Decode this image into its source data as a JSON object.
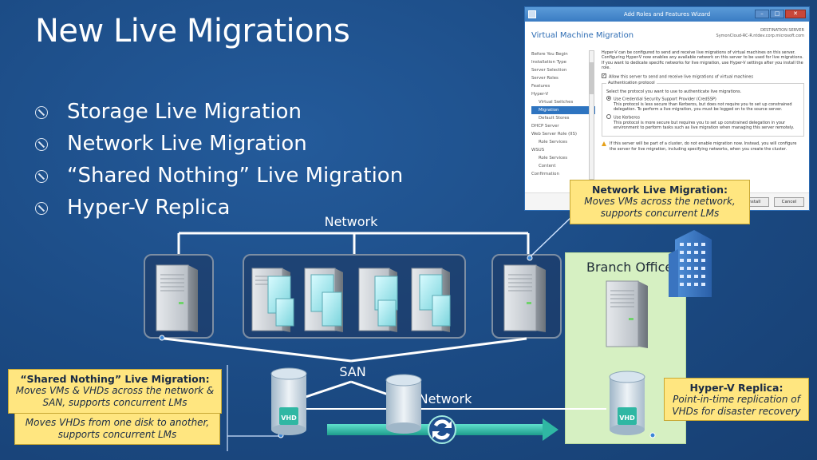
{
  "slide": {
    "title": "New Live Migrations",
    "bullets": [
      "Storage Live Migration",
      "Network Live Migration",
      "“Shared Nothing” Live Migration",
      "Hyper-V Replica"
    ]
  },
  "diagram": {
    "network_top_label": "Network",
    "san_label": "SAN",
    "network_bottom_label": "Network",
    "branch_office_label": "Branch Office",
    "vhd_label": "VHD"
  },
  "wizard": {
    "window_title": "Add Roles and Features Wizard",
    "heading": "Virtual Machine Migration",
    "destination_label": "DESTINATION SERVER",
    "destination_server": "SymonCloud-RC-R.ntdev.corp.microsoft.com",
    "nav": [
      {
        "label": "Before You Begin",
        "indent": false,
        "selected": false
      },
      {
        "label": "Installation Type",
        "indent": false,
        "selected": false
      },
      {
        "label": "Server Selection",
        "indent": false,
        "selected": false
      },
      {
        "label": "Server Roles",
        "indent": false,
        "selected": false
      },
      {
        "label": "Features",
        "indent": false,
        "selected": false
      },
      {
        "label": "Hyper-V",
        "indent": false,
        "selected": false
      },
      {
        "label": "Virtual Switches",
        "indent": true,
        "selected": false
      },
      {
        "label": "Migration",
        "indent": true,
        "selected": true
      },
      {
        "label": "Default Stores",
        "indent": true,
        "selected": false
      },
      {
        "label": "DHCP Server",
        "indent": false,
        "selected": false
      },
      {
        "label": "Web Server Role (IIS)",
        "indent": false,
        "selected": false
      },
      {
        "label": "Role Services",
        "indent": true,
        "selected": false
      },
      {
        "label": "WSUS",
        "indent": false,
        "selected": false
      },
      {
        "label": "Role Services",
        "indent": true,
        "selected": false
      },
      {
        "label": "Content",
        "indent": true,
        "selected": false
      },
      {
        "label": "Confirmation",
        "indent": false,
        "selected": false
      }
    ],
    "intro_text": "Hyper-V can be configured to send and receive live migrations of virtual machines on this server. Configuring Hyper-V now enables any available network on this server to be used for live migrations. If you want to dedicate specific networks for live migration, use Hyper-V settings after you install the role.",
    "allow_checkbox_label": "Allow this server to send and receive live migrations of virtual machines",
    "auth_group_title": "Authentication protocol",
    "auth_instruction": "Select the protocol you want to use to authenticate live migrations.",
    "credssp_label": "Use Credential Security Support Provider (CredSSP)",
    "credssp_desc": "This protocol is less secure than Kerberos, but does not require you to set up constrained delegation. To perform a live migration, you must be logged on to the source server.",
    "kerberos_label": "Use Kerberos",
    "kerberos_desc": "This protocol is more secure but requires you to set up constrained delegation in your environment to perform tasks such as live migration when managing this server remotely.",
    "cluster_warning": "If this server will be part of a cluster, do not enable migration now. Instead, you will configure the server for live migration, including specifying networks, when you create the cluster.",
    "install_button": "Install",
    "cancel_button": "Cancel"
  },
  "callouts": {
    "network_lm": {
      "title": "Network Live Migration:",
      "body": "Moves VMs across the network, supports concurrent LMs"
    },
    "replica": {
      "title": "Hyper-V Replica:",
      "body": "Point-in-time replication of VHDs for disaster recovery"
    },
    "shared_nothing": {
      "title": "“Shared Nothing” Live Migration:",
      "body": "Moves VMs & VHDs across the network & SAN, supports concurrent LMs"
    },
    "storage_lm": {
      "body": "Moves VHDs from one disk to another, supports concurrent LMs"
    }
  },
  "colors": {
    "background": "#1b4a83",
    "callout": "#ffe680",
    "branch_office": "#d6f0c2",
    "wizard_accent": "#2d6cb3",
    "arrow": "#2fb7a3"
  }
}
